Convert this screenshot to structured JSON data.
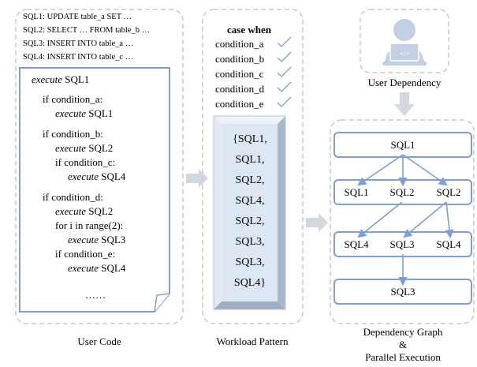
{
  "user_code": {
    "sql_list": [
      "SQL1: UPDATE table_a SET …",
      "SQL2: SELECT … FROM table_b …",
      "SQL3: INSERT INTO table_a …",
      "SQL4: INSERT INTO table_c …"
    ],
    "execute_keyword": "execute",
    "lines": {
      "l1": "SQL1",
      "if_a": "if condition_a:",
      "a_sql": "SQL1",
      "if_b": "if condition_b:",
      "b_sql": "SQL2",
      "if_c": "if condition_c:",
      "c_sql": "SQL4",
      "if_d": "if condition_d:",
      "d_sql": "SQL2",
      "for_loop": "for i in range(2):",
      "loop_sql": "SQL3",
      "if_e": "if condition_e:",
      "e_sql": "SQL4",
      "ellipsis": "……"
    },
    "caption": "User Code"
  },
  "workload_pattern": {
    "header": "case when",
    "conditions": [
      "condition_a",
      "condition_b",
      "condition_c",
      "condition_d",
      "condition_e"
    ],
    "sequence": [
      "{SQL1,",
      "SQL1,",
      "SQL2,",
      "SQL4,",
      "SQL2,",
      "SQL3,",
      "SQL3,",
      "SQL4}"
    ],
    "caption": "Workload Pattern"
  },
  "user_dependency": {
    "code_glyph": "</>",
    "caption": "User Dependency"
  },
  "dependency_graph": {
    "level1": [
      "SQL1"
    ],
    "level2": [
      "SQL1",
      "SQL2",
      "SQL2"
    ],
    "level3": [
      "SQL4",
      "SQL3",
      "SQL4"
    ],
    "level4": [
      "SQL3"
    ],
    "caption_lines": [
      "Dependency Graph",
      "&",
      "Parallel Execution"
    ]
  },
  "colors": {
    "accent_blue": "#7d9fd6",
    "dashed_gray": "#c8c8c8",
    "arrow_gray": "#d2d7e0",
    "pattern_fill": "#dde6f3",
    "user_icon": "#c3cfe3"
  }
}
